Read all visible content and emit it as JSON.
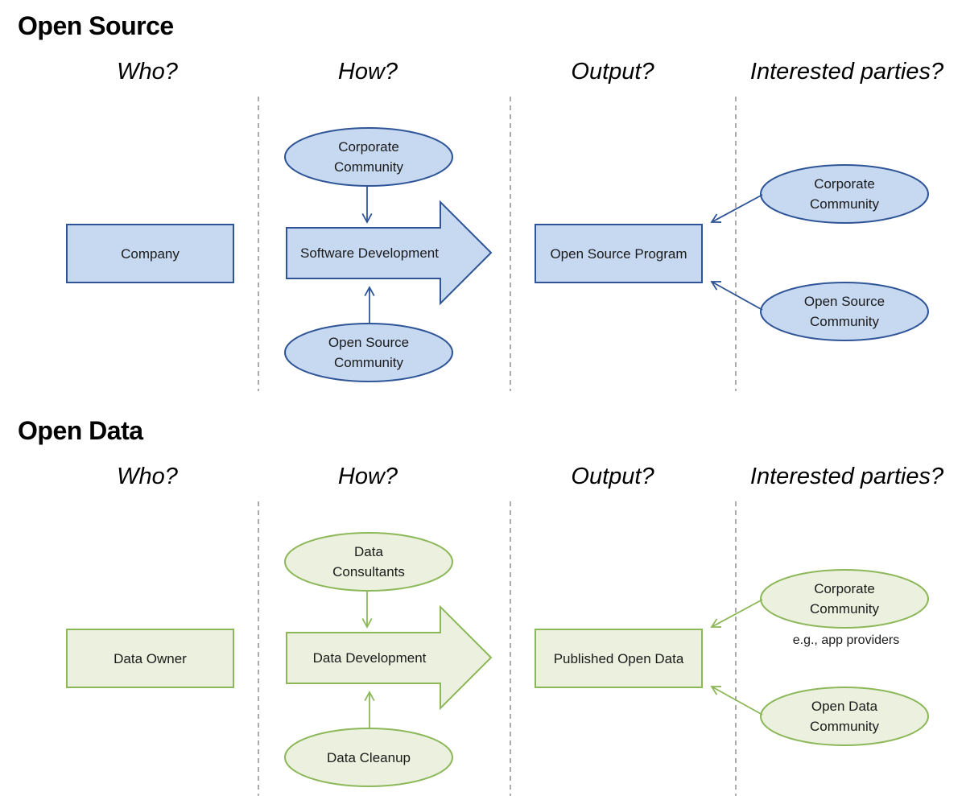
{
  "colors": {
    "blue_fill": "#c6d9f1",
    "blue_stroke": "#2f5597",
    "green_fill": "#ebf1de",
    "green_stroke": "#8db85a",
    "divider": "#7f7f7f"
  },
  "column_headers": [
    "Who?",
    "How?",
    "Output?",
    "Interested parties?"
  ],
  "sections": [
    {
      "title": "Open Source",
      "theme": "blue",
      "who": "Company",
      "how_top": "Corporate\nCommunity",
      "how_main": "Software Development",
      "how_bottom": "Open Source\nCommunity",
      "output": "Open Source Program",
      "party_1": "Corporate\nCommunity",
      "party_2": "Open Source\nCommunity",
      "note": ""
    },
    {
      "title": "Open Data",
      "theme": "green",
      "who": "Data Owner",
      "how_top": "Data\nConsultants",
      "how_main": "Data Development",
      "how_bottom": "Data Cleanup",
      "output": "Published Open Data",
      "party_1": "Corporate\nCommunity",
      "party_2": "Open Data\nCommunity",
      "note": "e.g., app providers"
    }
  ]
}
